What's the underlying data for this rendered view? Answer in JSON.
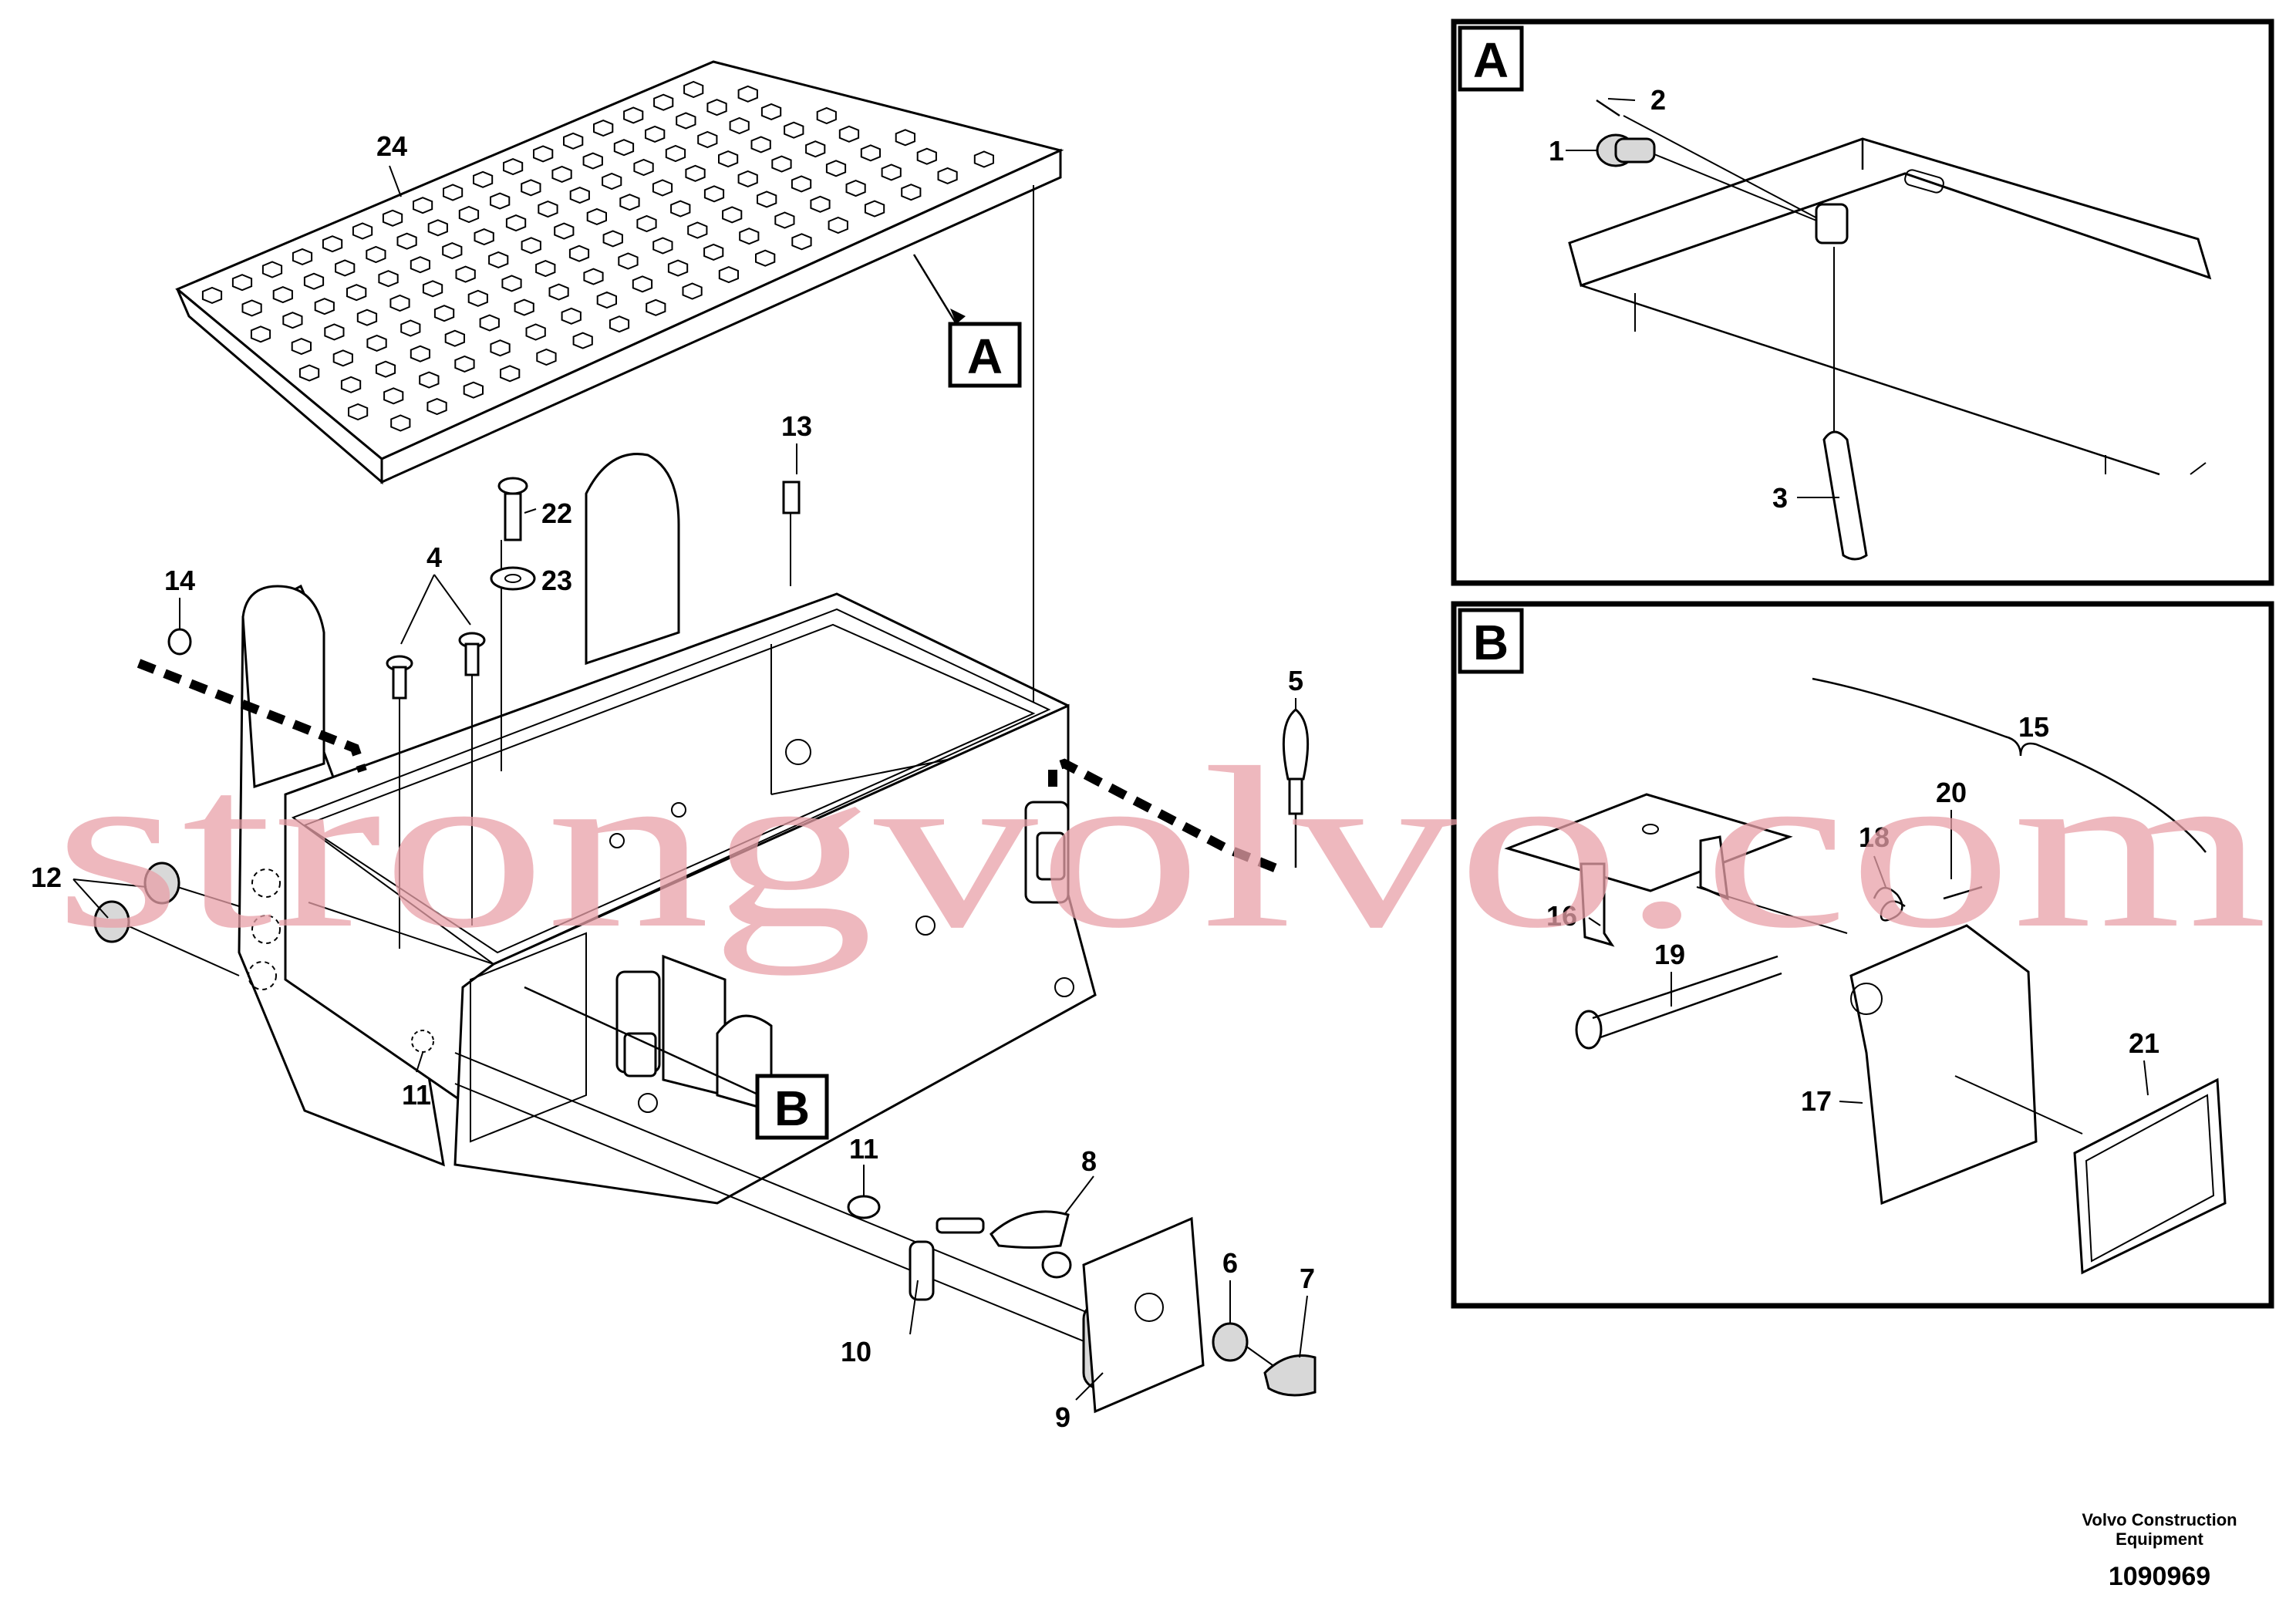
{
  "diagram": {
    "callouts": [
      "1",
      "2",
      "3",
      "4",
      "5",
      "6",
      "7",
      "8",
      "9",
      "10",
      "11",
      "11",
      "12",
      "13",
      "14",
      "15",
      "16",
      "17",
      "18",
      "19",
      "20",
      "21",
      "22",
      "23",
      "24"
    ],
    "detail_boxes": [
      {
        "letter": "A"
      },
      {
        "letter": "B"
      }
    ],
    "main_refs": [
      "A",
      "B"
    ]
  },
  "watermark": "strongvolvo.com",
  "footer": {
    "company_line1": "Volvo Construction",
    "company_line2": "Equipment",
    "drawing_number": "1090969"
  }
}
